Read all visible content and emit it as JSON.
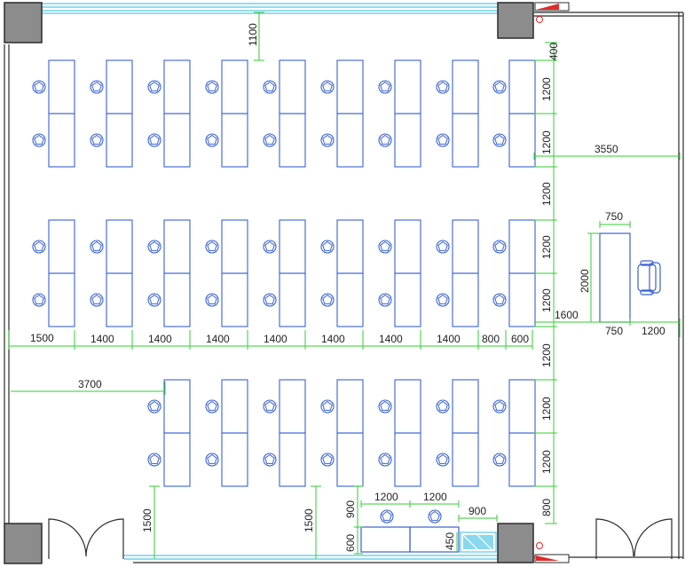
{
  "title": "",
  "colors": {
    "wall": "#2b2b2b",
    "column_fill": "#8c8c8c",
    "furniture": "#3a62d4",
    "dimension": "#33cc33",
    "window": "#57c7e8",
    "door_accent": "#e02a2a"
  },
  "dimensions": {
    "top_gap": "1100",
    "front_gap": "400",
    "row1_a": "1200",
    "row1_b": "1200",
    "side_gap": "3550",
    "row2_gap": "1200",
    "row2_a": "1200",
    "row2_b": "1200",
    "aisle": "1200",
    "row3_a": "1200",
    "row3_b": "1200",
    "back_gap": "800",
    "teacher_desk_width": "750",
    "teacher_desk_depth": "2000",
    "teacher_gap": "1600",
    "teacher_desk_width_bottom": "750",
    "teacher_wall_gap": "1200",
    "col_first": "1500",
    "col_pitch": [
      "1400",
      "1400",
      "1400",
      "1400",
      "1400",
      "1400",
      "1400"
    ],
    "col_to_wall": "800",
    "col_last": "600",
    "row3_offset": "3700",
    "rear_gap_left": "1500",
    "rear_gap_mid": "1500",
    "console_gap": "900",
    "console_w1": "1200",
    "console_w2": "1200",
    "console_depth": "600",
    "cabinet_width": "900",
    "cabinet_depth": "450"
  },
  "icons": [
    "office-chair-icon",
    "swivel-chair-icon",
    "double-door-icon"
  ]
}
